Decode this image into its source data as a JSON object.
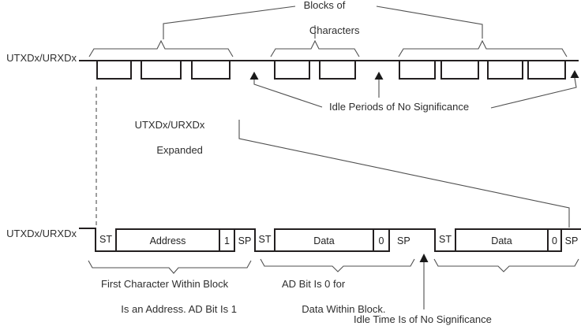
{
  "figure_title": "UART idle-line multiprocessor timing diagram",
  "colors": {
    "background": "#ffffff",
    "waveform_stroke": "#231f20",
    "leader_line": "#4f4f4f",
    "text": "#2e2e2e"
  },
  "top_diagram": {
    "signal_label": "UTXDx/URXDx",
    "blocks_caption_line1": "Blocks of",
    "blocks_caption_line2": "Characters",
    "idle_caption": "Idle Periods of No Significance"
  },
  "expanded_callout": {
    "line1": "UTXDx/URXDx",
    "line2": "Expanded"
  },
  "bottom_diagram": {
    "signal_label": "UTXDx/URXDx",
    "cells": [
      {
        "label": "ST",
        "type": "start"
      },
      {
        "label": "Address",
        "type": "data"
      },
      {
        "label": "1",
        "type": "bit"
      },
      {
        "label": "SP",
        "type": "stop"
      },
      {
        "label": "ST",
        "type": "start"
      },
      {
        "label": "Data",
        "type": "data"
      },
      {
        "label": "0",
        "type": "bit"
      },
      {
        "label": "SP",
        "type": "stop"
      },
      {
        "label": "ST",
        "type": "start"
      },
      {
        "label": "Data",
        "type": "data"
      },
      {
        "label": "0",
        "type": "bit"
      },
      {
        "label": "SP",
        "type": "stop"
      }
    ],
    "captions": {
      "address_block_line1": "First Character Within Block",
      "address_block_line2": "Is an Address. AD Bit Is 1",
      "data_block_line1": "AD Bit Is 0 for",
      "data_block_line2": "Data Within Block.",
      "idle_time": "Idle Time Is of No Significance"
    }
  }
}
